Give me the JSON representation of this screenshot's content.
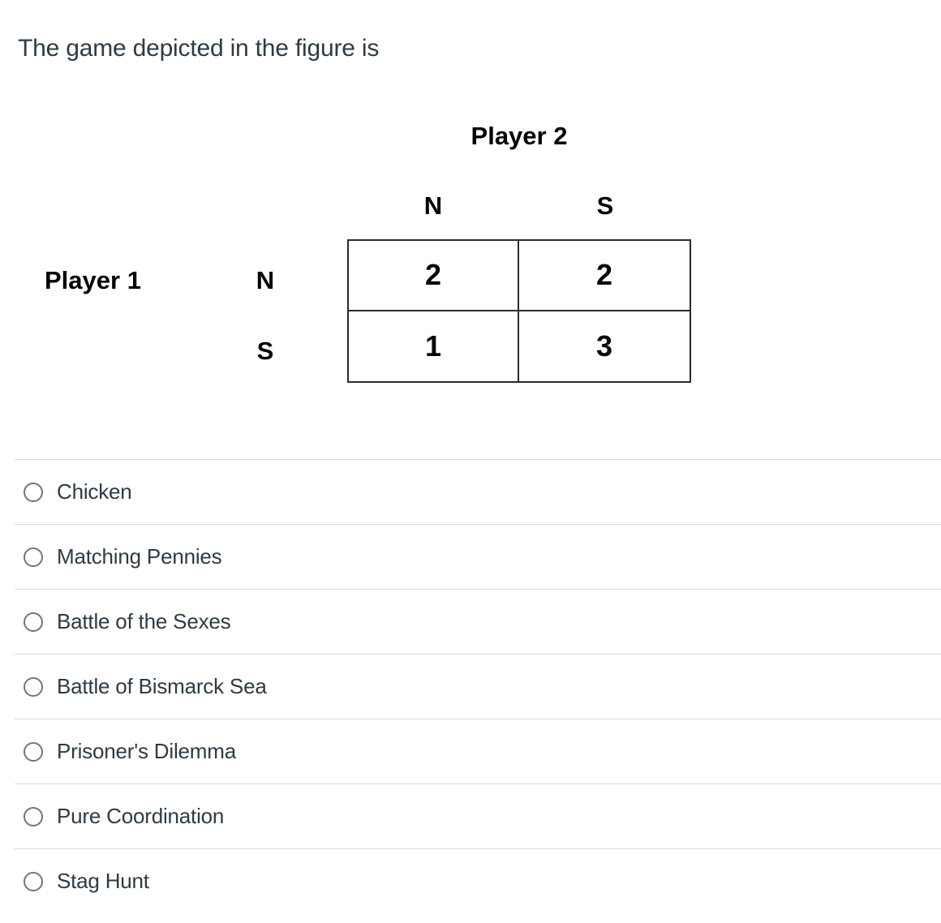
{
  "question": {
    "title": "The game depicted in the figure is"
  },
  "figure": {
    "player2_label": "Player 2",
    "player1_label": "Player 1",
    "col_labels": [
      "N",
      "S"
    ],
    "row_labels": [
      "N",
      "S"
    ],
    "matrix": [
      [
        "2",
        "2"
      ],
      [
        "1",
        "3"
      ]
    ]
  },
  "options": [
    {
      "label": "Chicken",
      "selected": false
    },
    {
      "label": "Matching Pennies",
      "selected": false
    },
    {
      "label": "Battle of the Sexes",
      "selected": false
    },
    {
      "label": "Battle of Bismarck Sea",
      "selected": false
    },
    {
      "label": "Prisoner's Dilemma",
      "selected": false
    },
    {
      "label": "Pure Coordination",
      "selected": false
    },
    {
      "label": "Stag Hunt",
      "selected": false
    }
  ],
  "colors": {
    "text": "#2D3B45",
    "divider": "#DADADA",
    "radio_border": "#6F767D",
    "figure_text": "#000000",
    "table_border": "#2B2B2B"
  }
}
